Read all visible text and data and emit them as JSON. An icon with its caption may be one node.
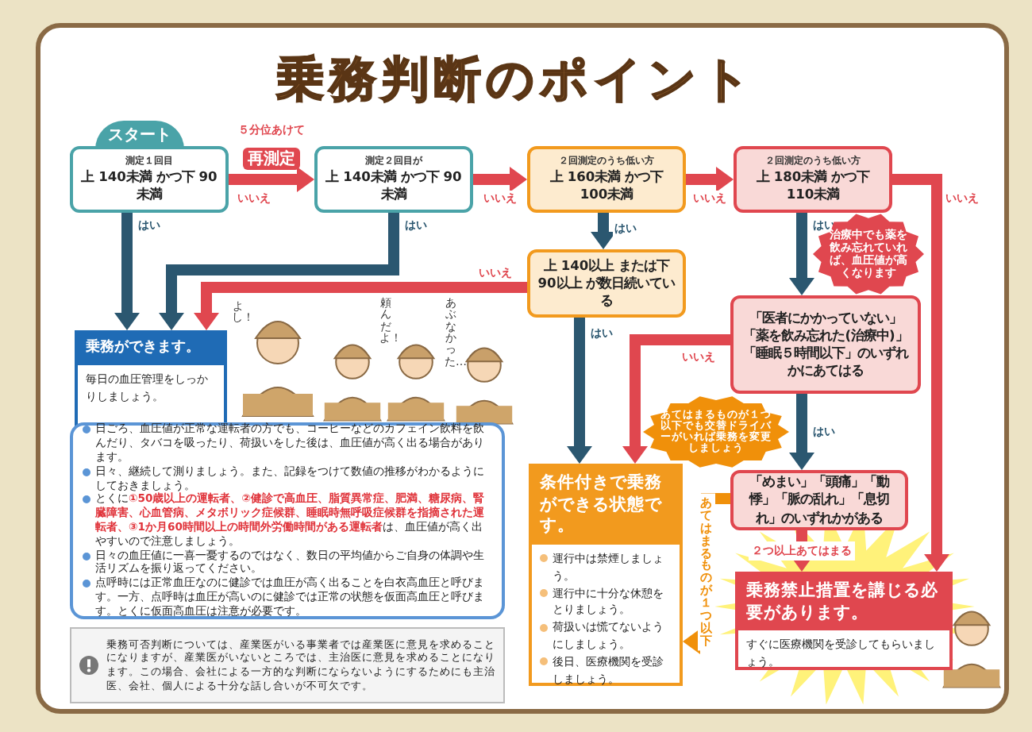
{
  "diagram": {
    "title": "乗務判断のポイント",
    "nodes": [
      {
        "text": [
          "スタート",
          "測定１回目",
          "上 140未満 かつ下 90未満"
        ]
      },
      {
        "text": [
          "測定２回目が",
          "上 140未満 かつ下 90未満"
        ]
      },
      {
        "text": [
          "２回測定のうち低い方",
          "上 160未満 かつ下 100未満"
        ]
      },
      {
        "text": [
          "２回測定のうち低い方",
          "上 180未満 かつ下 110未満"
        ]
      },
      {
        "text": [
          "上 140以上 または下 90以上 が数日続いている"
        ]
      },
      {
        "text": [
          "乗務ができます。",
          "毎日の血圧管理をしっかりしましょう。"
        ]
      },
      {
        "text": [
          "「医者にかかっていない」「薬を飲み忘れた(治療中)」「睡眠５時間以下」のいずれかにあてはる"
        ]
      },
      {
        "text": [
          "「めまい」「頭痛」「動悸」「脈の乱れ」「息切れ」のいずれかがある"
        ]
      },
      {
        "text": [
          "条件付きで乗務ができる状態です。",
          "運行中は禁煙しましょう。",
          "運行中に十分な休憩をとりましょう。",
          "荷扱いは慌てないようにしましょう。",
          "後日、医療機関を受診しましょう。"
        ]
      },
      {
        "text": [
          "乗務禁止措置を講じる必要があります。",
          "すぐに医療機関を受診してもらいましょう。"
        ]
      },
      {
        "text": [
          "治療中でも薬を飲み忘れていれば、血圧値が高くなります"
        ]
      },
      {
        "text": [
          "あてはまるものが１つ以下でも交替ドライバーがいれば乗務を変更しましょう"
        ]
      },
      {
        "text": [
          "日ごろ、血圧値が正常な運転者の方でも、コーヒーなどのカフェイン飲料を飲んだり、タバコを吸ったり、荷扱いをした後は、血圧値が高く出る場合があります。",
          "日々、継続して測りましょう。また、記録をつけて数値の推移がわかるようにしておきましょう。",
          "とくに**①50歳以上の運転者、②健診で高血圧、脂質異常症、肥満、糖尿病、腎臓障害、心血管病、メタボリック症候群、睡眠時無呼吸症候群を指摘された運転者、③1か月60時間以上の時間外労働時間がある運転者**は、血圧値が高く出やすいので注意しましょう。",
          "日々の血圧値に一喜一憂するのではなく、数日の平均値からご自身の体調や生活リズムを振り返ってください。",
          "点呼時には正常血圧なのに健診では血圧が高く出ることを白衣高血圧と呼びます。一方、点呼時は血圧が高いのに健診では正常の状態を仮面高血圧と呼びます。とくに仮面高血圧は注意が必要です。"
        ]
      },
      {
        "text": [
          "乗務可否判断については、産業医がいる事業者では産業医に意見を求めることになりますが、産業医がいないところでは、主治医に意見を求めることになります。この場合、会社による一方的な判断にならないようにするためにも主治医、会社、個人による十分な話し合いが不可欠です。"
        ]
      }
    ],
    "edges": [
      {
        "from": 0,
        "to": 1,
        "arrow": "to",
        "label": "いいえ"
      },
      {
        "from": 0,
        "to": 5,
        "arrow": "to",
        "label": "はい",
        "color": "#2b5770"
      },
      {
        "from": 1,
        "to": 5,
        "arrow": "to",
        "label": "はい",
        "color": "#2b5770"
      },
      {
        "from": 1,
        "to": 2,
        "arrow": "to",
        "label": "いいえ"
      },
      {
        "from": 2,
        "to": 3,
        "arrow": "to",
        "label": "いいえ"
      },
      {
        "from": 2,
        "to": 4,
        "arrow": "to",
        "label": "はい",
        "color": "#2b5770"
      },
      {
        "from": 4,
        "to": 5,
        "arrow": "to",
        "label": "いいえ"
      },
      {
        "from": 4,
        "to": 8,
        "arrow": "to",
        "label": "はい",
        "color": "#2b5770"
      },
      {
        "from": 3,
        "to": 6,
        "arrow": "to",
        "label": "はい",
        "color": "#2b5770"
      },
      {
        "from": 3,
        "to": 9,
        "arrow": "to",
        "label": "いいえ"
      },
      {
        "from": 6,
        "to": 8,
        "arrow": "to",
        "label": "いいえ"
      },
      {
        "from": 6,
        "to": 7,
        "arrow": "to",
        "label": "はい",
        "color": "#2b5770"
      },
      {
        "from": 7,
        "to": 9,
        "arrow": "to",
        "label": "２つ以上あてはまる"
      },
      {
        "from": 7,
        "to": 8,
        "arrow": "to",
        "label": "あてはまるものが１つ以下",
        "color": "#f0900a"
      }
    ],
    "labels": [
      "５分位あけて",
      "再測定",
      "よし！",
      "頼んだよ！",
      "あぶなかった…"
    ]
  }
}
